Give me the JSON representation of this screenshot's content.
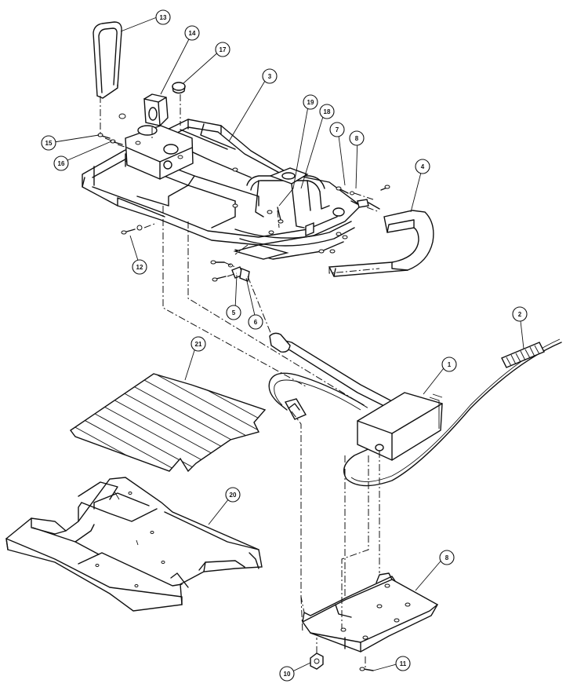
{
  "callouts": [
    {
      "id": "c13",
      "label": "13"
    },
    {
      "id": "c14",
      "label": "14"
    },
    {
      "id": "c17",
      "label": "17"
    },
    {
      "id": "c3",
      "label": "3"
    },
    {
      "id": "c19",
      "label": "19"
    },
    {
      "id": "c18",
      "label": "18"
    },
    {
      "id": "c7",
      "label": "7"
    },
    {
      "id": "c8a",
      "label": "8"
    },
    {
      "id": "c4",
      "label": "4"
    },
    {
      "id": "c15",
      "label": "15"
    },
    {
      "id": "c16",
      "label": "16"
    },
    {
      "id": "c12",
      "label": "12"
    },
    {
      "id": "c5",
      "label": "5"
    },
    {
      "id": "c6",
      "label": "6"
    },
    {
      "id": "c2",
      "label": "2"
    },
    {
      "id": "c21",
      "label": "21"
    },
    {
      "id": "c1",
      "label": "1"
    },
    {
      "id": "c20",
      "label": "20"
    },
    {
      "id": "c8b",
      "label": "8"
    },
    {
      "id": "c10",
      "label": "10"
    },
    {
      "id": "c11",
      "label": "11"
    }
  ]
}
